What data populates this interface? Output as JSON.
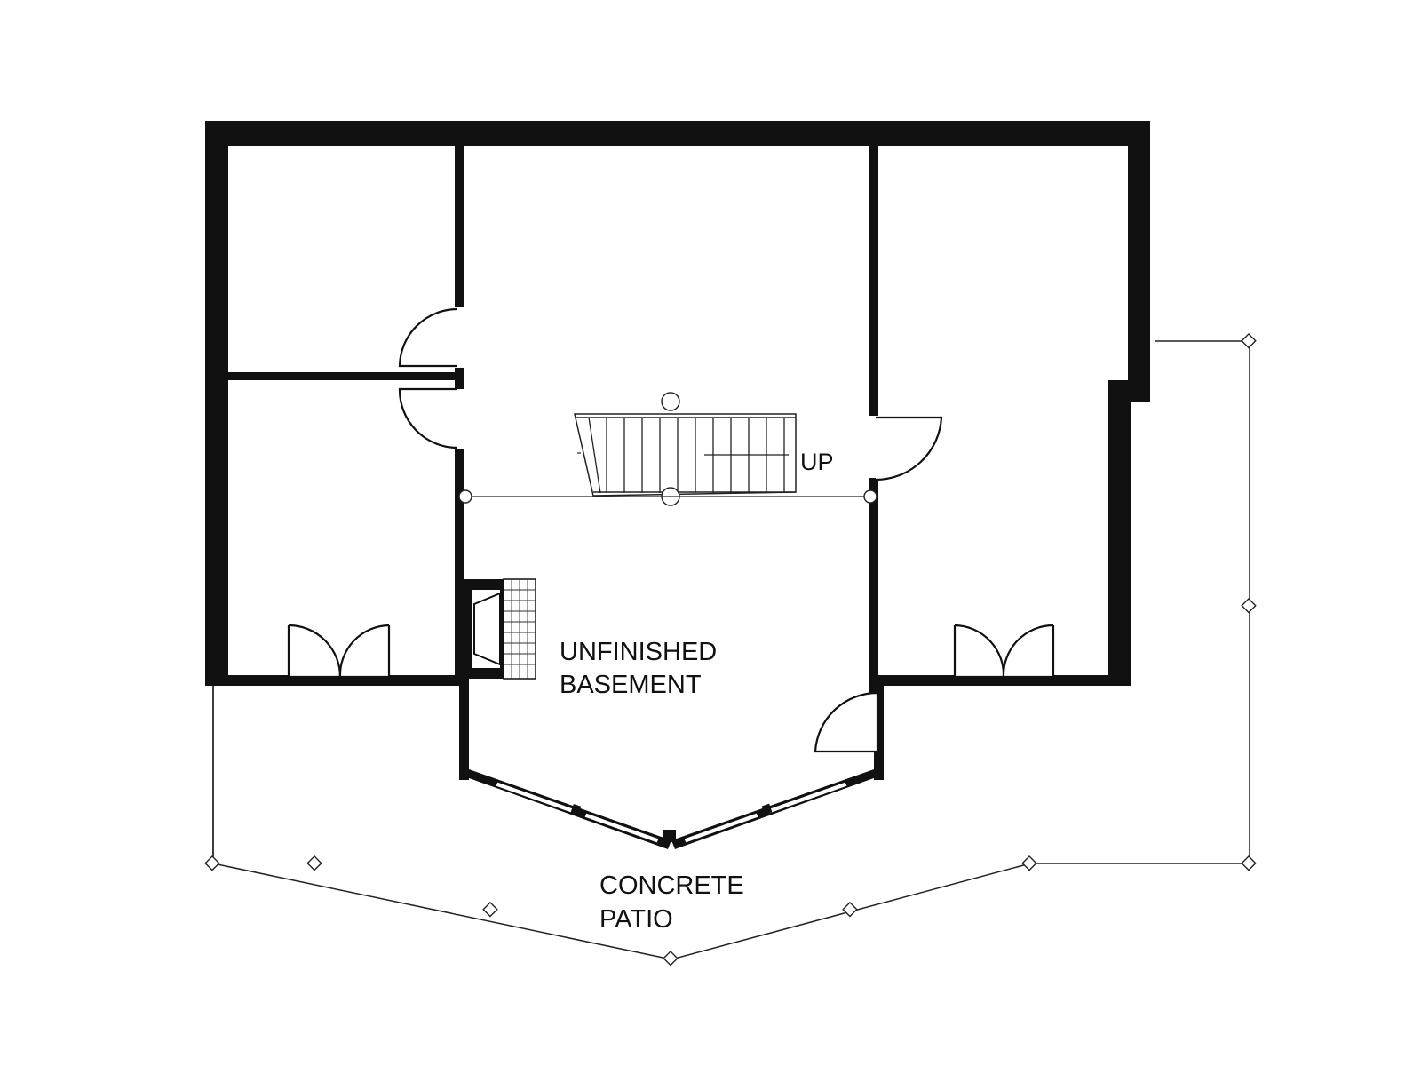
{
  "labels": {
    "unfinished_line1": "UNFINISHED",
    "unfinished_line2": "BASEMENT",
    "stair_up": "UP",
    "patio_line1": "CONCRETE",
    "patio_line2": "PATIO"
  },
  "colors": {
    "wall": "#111111",
    "background": "#ffffff"
  }
}
